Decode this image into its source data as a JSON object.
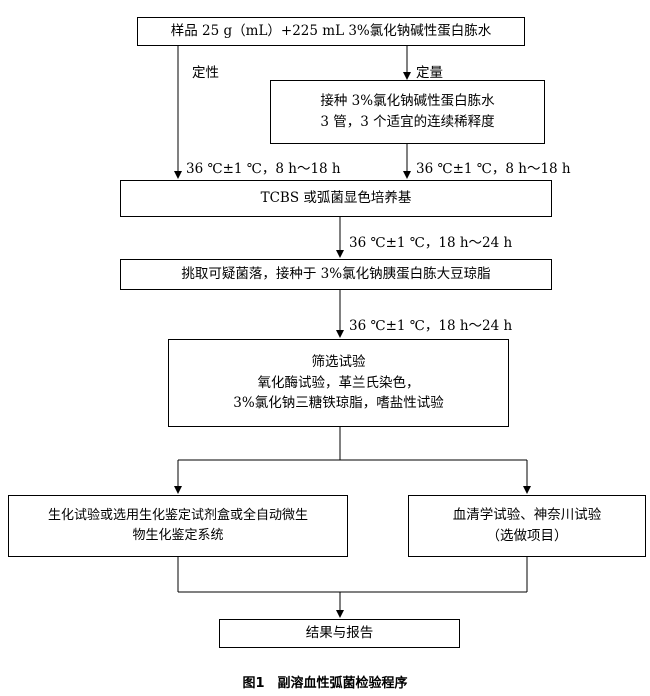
{
  "nodes": {
    "sample": "样品 25 g（mL）+225 mL 3%氯化钠碱性蛋白胨水",
    "inoculate": [
      "接种 3%氯化钠碱性蛋白胨水",
      "3 管，3 个适宜的连续稀释度"
    ],
    "tcbs": "TCBS 或弧菌显色培养基",
    "pick": "挑取可疑菌落，接种于 3%氯化钠胰蛋白胨大豆琼脂",
    "screen": [
      "筛选试验",
      "氧化酶试验，革兰氏染色，",
      "3%氯化钠三糖铁琼脂，嗜盐性试验"
    ],
    "biochem": [
      "生化试验或选用生化鉴定试剂盒或全自动微生",
      "物生化鉴定系统"
    ],
    "serum": [
      "血清学试验、神奈川试验",
      "（选做项目）"
    ],
    "result": "结果与报告"
  },
  "labels": {
    "qualitative": "定性",
    "quantitative": "定量",
    "incubate_left": "36 ℃±1 ℃，8 h～18 h",
    "incubate_right": "36 ℃±1 ℃，8 h～18 h",
    "incubate_2": "36 ℃±1 ℃，18 h～24 h",
    "incubate_3": "36 ℃±1 ℃，18 h～24 h"
  },
  "caption": "图1　副溶血性弧菌检验程序"
}
